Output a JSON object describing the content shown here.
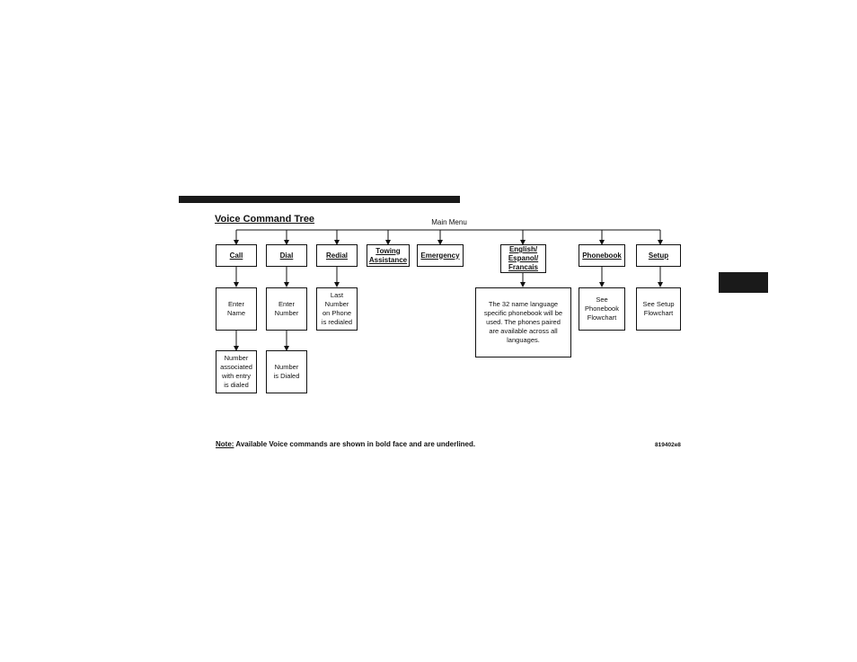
{
  "diagram": {
    "title": "Voice Command Tree",
    "root": "Main Menu",
    "commands": [
      {
        "id": "call",
        "label": "Call"
      },
      {
        "id": "dial",
        "label": "Dial"
      },
      {
        "id": "redial",
        "label": "Redial"
      },
      {
        "id": "towing",
        "label": "Towing\nAssistance"
      },
      {
        "id": "emergency",
        "label": "Emergency"
      },
      {
        "id": "language",
        "label": "English/\nEspanol/\nFrancais"
      },
      {
        "id": "phonebook",
        "label": "Phonebook"
      },
      {
        "id": "setup",
        "label": "Setup"
      }
    ],
    "results": {
      "call_1": "Enter\nName",
      "call_2": "Number\nassociated\nwith entry\nis dialed",
      "dial_1": "Enter\nNumber",
      "dial_2": "Number\nis Dialed",
      "redial_1": "Last\nNumber\non Phone\nis redialed",
      "language_1": "The 32 name language\nspecific phonebook will be\nused. The phones paired\nare available across all\nlanguages.",
      "phonebook_1": "See\nPhonebook\nFlowchart",
      "setup_1": "See Setup\nFlowchart"
    },
    "note_label": "Note:",
    "note_text": " Available Voice commands are shown in bold face and are underlined.",
    "figure_code": "819402e8"
  }
}
